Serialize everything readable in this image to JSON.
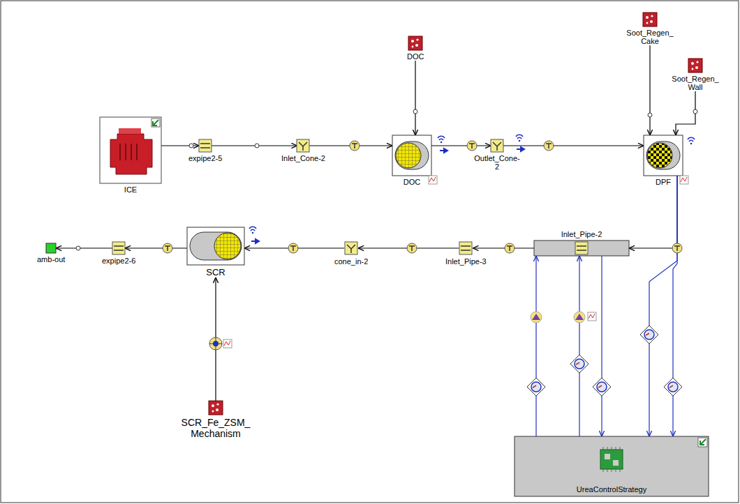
{
  "diagram": {
    "nodes": [
      {
        "text": [
          "ICE"
        ]
      },
      {
        "text": [
          "expipe2-5"
        ]
      },
      {
        "text": [
          "Inlet_Cone-2"
        ]
      },
      {
        "text": [
          "DOC"
        ]
      },
      {
        "text": [
          "DOC"
        ]
      },
      {
        "text": [
          "Outlet_Cone- 2"
        ]
      },
      {
        "text": [
          "Soot_Regen_ Cake"
        ]
      },
      {
        "text": [
          "Soot_Regen_ Wall"
        ]
      },
      {
        "text": [
          "DPF"
        ]
      },
      {
        "text": [
          "Inlet_Pipe-2"
        ]
      },
      {
        "text": [
          "Inlet_Pipe-3"
        ]
      },
      {
        "text": [
          "cone_in-2"
        ]
      },
      {
        "text": [
          "SCR"
        ]
      },
      {
        "text": [
          "expipe2-6"
        ]
      },
      {
        "text": [
          "amb-out"
        ]
      },
      {
        "text": [
          "SCR_Fe_ZSM_ Mechanism"
        ]
      },
      {
        "text": [
          "UreaControlStrategy"
        ]
      }
    ],
    "edges": [
      {
        "from": 0,
        "to": 1,
        "arrow": "to"
      },
      {
        "from": 1,
        "to": 2,
        "arrow": "to"
      },
      {
        "from": 2,
        "to": 4,
        "arrow": "to"
      },
      {
        "from": 3,
        "to": 4,
        "arrow": "to"
      },
      {
        "from": 4,
        "to": 5,
        "arrow": "to"
      },
      {
        "from": 5,
        "to": 8,
        "arrow": "to"
      },
      {
        "from": 6,
        "to": 8,
        "arrow": "to"
      },
      {
        "from": 7,
        "to": 8,
        "arrow": "to"
      },
      {
        "from": 8,
        "to": 9,
        "arrow": "to"
      },
      {
        "from": 9,
        "to": 10,
        "arrow": "to"
      },
      {
        "from": 10,
        "to": 11,
        "arrow": "to"
      },
      {
        "from": 11,
        "to": 12,
        "arrow": "to"
      },
      {
        "from": 12,
        "to": 13,
        "arrow": "to"
      },
      {
        "from": 13,
        "to": 14,
        "arrow": "to"
      },
      {
        "from": 15,
        "to": 12,
        "arrow": "to"
      },
      {
        "from": 16,
        "to": 9,
        "arrow": "to"
      },
      {
        "from": 16,
        "to": 9,
        "arrow": "to"
      },
      {
        "from": 9,
        "to": 16,
        "arrow": "to"
      },
      {
        "from": 8,
        "to": 16,
        "arrow": "to"
      },
      {
        "from": 8,
        "to": 16,
        "arrow": "to"
      }
    ]
  }
}
